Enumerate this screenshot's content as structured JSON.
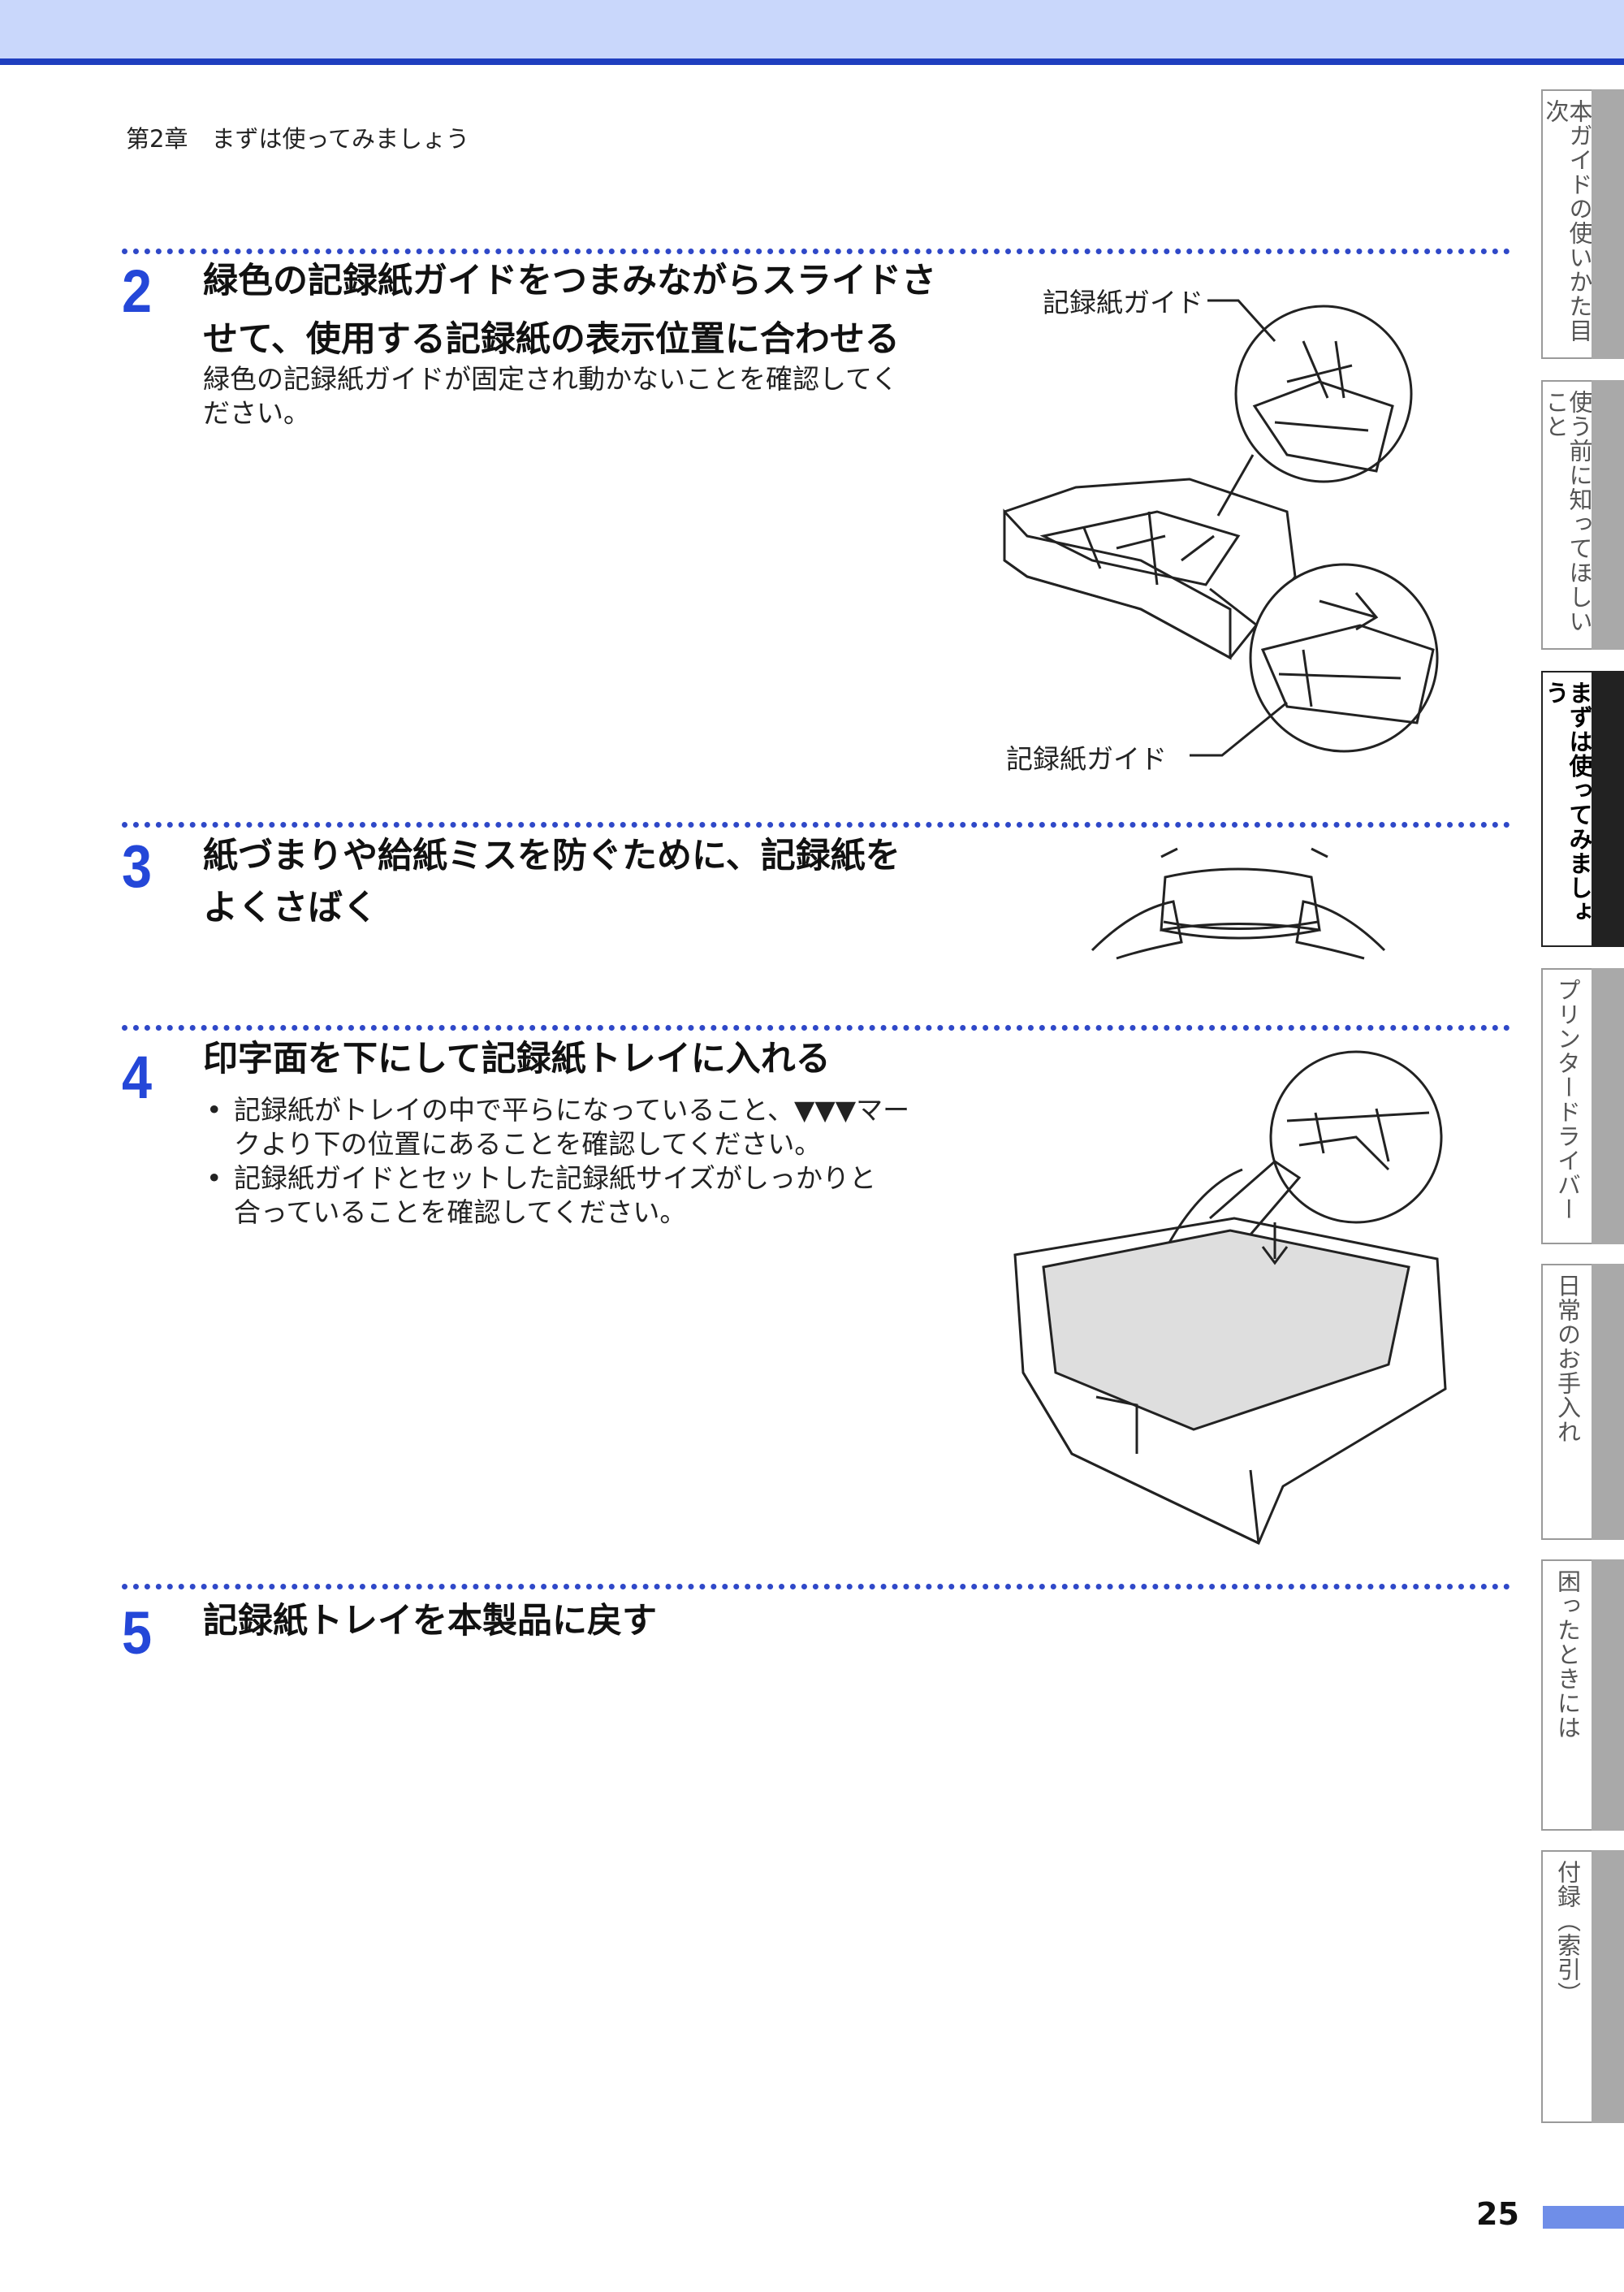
{
  "chapter": "第2章　まずは使ってみましょう",
  "steps": [
    {
      "number": "2",
      "heading_line1": "緑色の記録紙ガイドをつまみながらスライドさ",
      "heading_line2": "せて、使用する記録紙の表示位置に合わせる",
      "body_line1": "緑色の記録紙ガイドが固定され動かないことを確認してく",
      "body_line2": "ださい。",
      "label_top": "記録紙ガイド",
      "label_bottom": "記録紙ガイド"
    },
    {
      "number": "3",
      "heading_line1": "紙づまりや給紙ミスを防ぐために、記録紙を",
      "heading_line2": "よくさばく"
    },
    {
      "number": "4",
      "heading": "印字面を下にして記録紙トレイに入れる",
      "bullet1_line1": "記録紙がトレイの中で平らになっていること、▼▼▼マー",
      "bullet1_line2": "クより下の位置にあることを確認してください。",
      "bullet2_line1": "記録紙ガイドとセットした記録紙サイズがしっかりと",
      "bullet2_line2": "合っていることを確認してください。"
    },
    {
      "number": "5",
      "heading": "記録紙トレイを本製品に戻す"
    }
  ],
  "side_tabs": [
    {
      "label": "本ガイドの使いかた目次",
      "active": false
    },
    {
      "label": "使う前に知ってほしいこと",
      "active": false
    },
    {
      "label": "まずは使ってみましょう",
      "active": true
    },
    {
      "label": "プリンタードライバー",
      "active": false
    },
    {
      "label": "日常のお手入れ",
      "active": false
    },
    {
      "label": "困ったときには",
      "active": false
    },
    {
      "label": "付録（索引）",
      "active": false
    }
  ],
  "page_number": "25",
  "colors": {
    "accent": "#2447d8",
    "top_band": "#c9d7fb",
    "rule": "#1f3fbf"
  }
}
